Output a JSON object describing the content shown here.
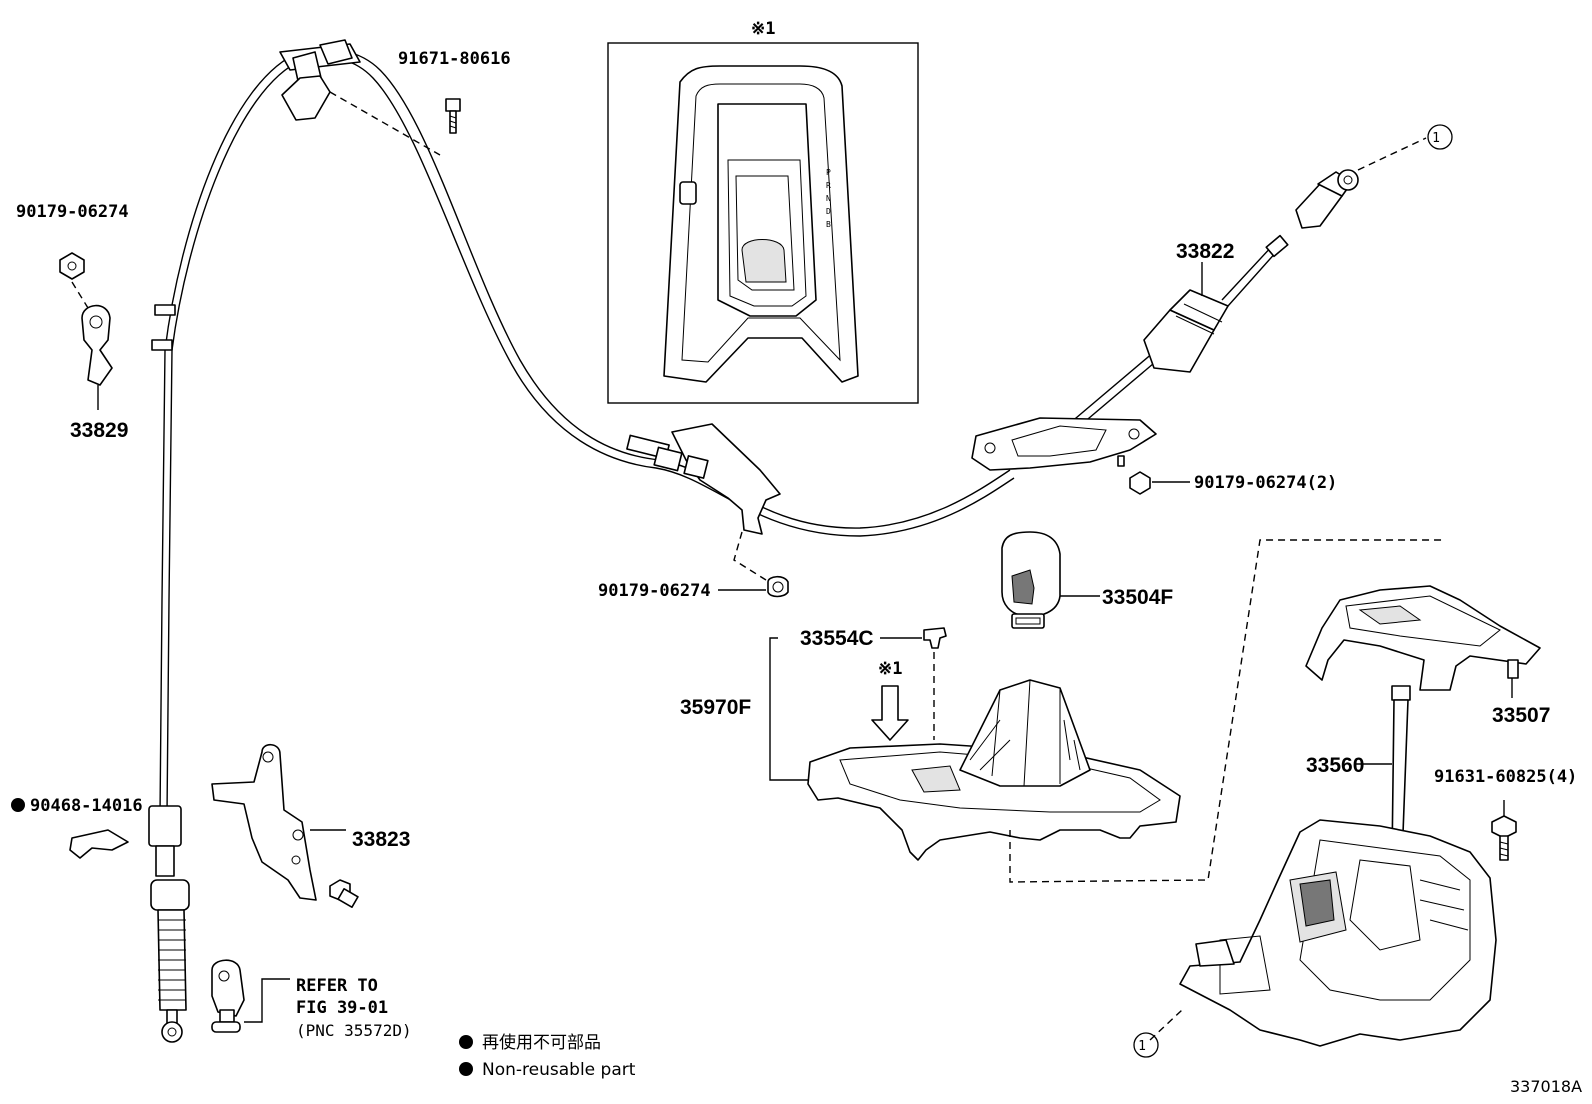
{
  "figure": {
    "callouts": {
      "p90179_06274_a": "90179-06274",
      "p33829": "33829",
      "p91671_80616": "91671-80616",
      "note_ref_top": "※1",
      "p33822": "33822",
      "p90179_06274_2": "90179-06274(2)",
      "p90179_06274_b": "90179-06274",
      "p33504F": "33504F",
      "p33554C": "33554C",
      "note_ref_mid": "※1",
      "p35970F": "35970F",
      "p33507": "33507",
      "p33560": "33560",
      "p91631_60825_4": "91631-60825(4)",
      "p90468_14016": "90468-14016",
      "p33823": "33823",
      "refer_line1": "REFER TO",
      "refer_line2": "FIG 39-01",
      "refer_line3": "(PNC 35572D)",
      "circle_1_top": "1",
      "circle_1_bottom": "1",
      "gear_letters": "P R N D B"
    },
    "legend": {
      "item_jp": "再使用不可部品",
      "item_en": "Non-reusable part"
    },
    "figure_id": "337018A"
  }
}
